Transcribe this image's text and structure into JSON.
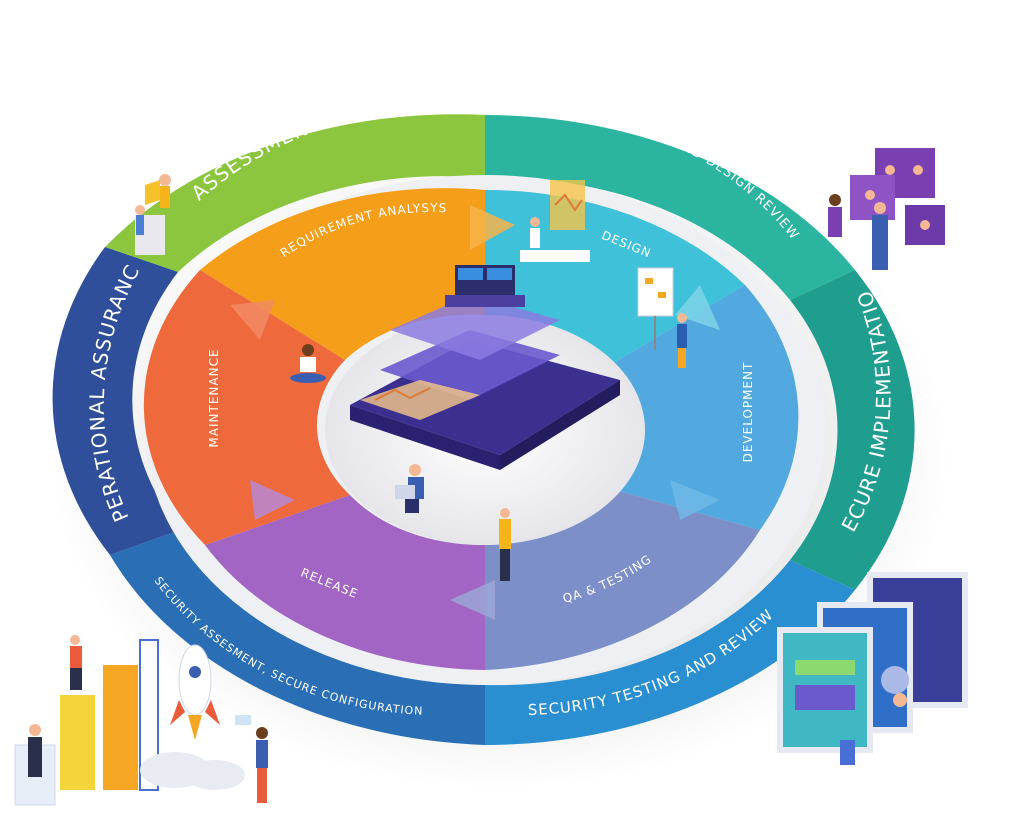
{
  "outer_ring": {
    "assessment": "ASSESSMENT OF RISKS",
    "threat": "THREAT MODELING AND DESIGN REVIEW",
    "secure_impl": "SECURE IMPLEMENTATION",
    "security_testing": "SECURITY TESTING AND REVIEW",
    "security_assessment": "SECURITY ASSESMENT, SECURE CONFIGURATION",
    "operational": "OPERATIONAL ASSURANCE"
  },
  "inner_ring": {
    "requirement": "REQUIREMENT ANALYSYS",
    "design": "DESIGN",
    "development": "DEVELOPMENT",
    "qa": "QA & TESTING",
    "release": "RELEASE",
    "maintenance": "MAINTENANCE"
  },
  "colors": {
    "green": "#8cc63f",
    "teal": "#2bb5a0",
    "teal_dark": "#1f9e8f",
    "blue": "#2a8fd0",
    "blue_dark": "#2a6fb5",
    "navy": "#2f4f9a",
    "orange": "#f59e1a",
    "coral": "#ee6a3c",
    "cyan": "#3fc1d9",
    "light_blue": "#52a9e0",
    "slate": "#7d8fc8",
    "purple": "#a265c4"
  },
  "icons": [
    "phone-icon",
    "monitor-icon",
    "rocket-icon",
    "chart-bars-icon",
    "laptop-icon",
    "person-icon",
    "whiteboard-icon",
    "video-call-icon",
    "screen-code-icon"
  ]
}
